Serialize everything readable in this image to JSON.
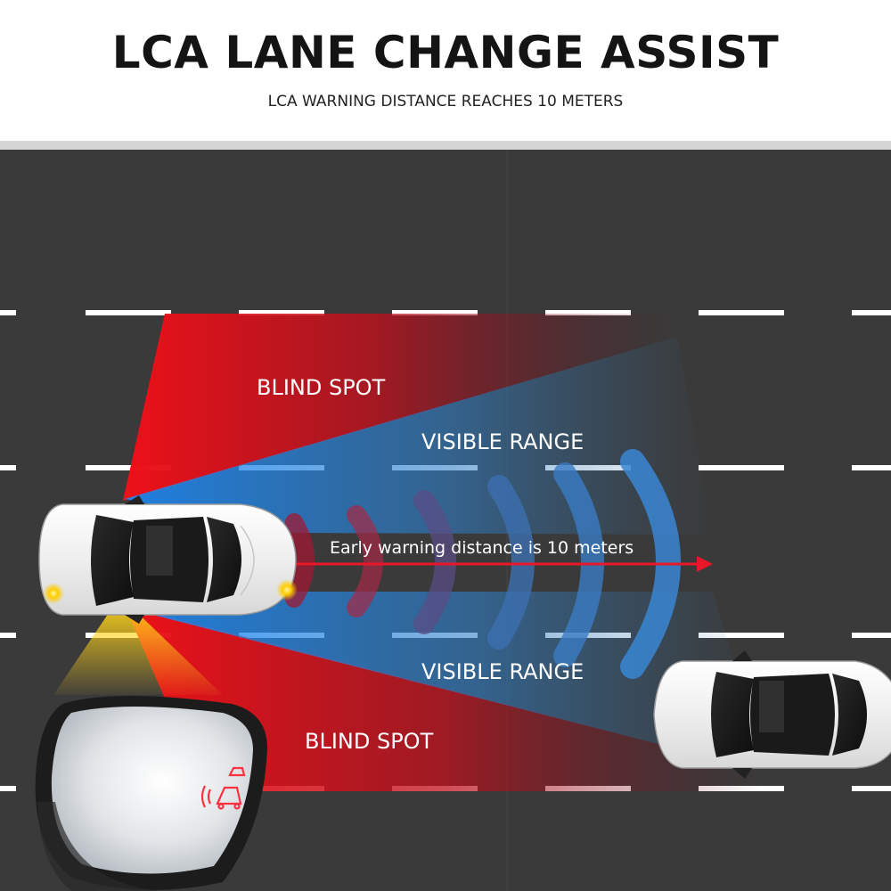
{
  "header": {
    "title": "LCA LANE CHANGE ASSIST",
    "subtitle": "LCA WARNING DISTANCE REACHES 10 METERS"
  },
  "diagram": {
    "blind_spot_upper": "BLIND SPOT",
    "visible_range_upper": "VISIBLE RANGE",
    "warning_distance": "Early warning distance is 10 meters",
    "visible_range_lower": "VISIBLE RANGE",
    "blind_spot_lower": "BLIND SPOT"
  },
  "colors": {
    "road": "#3a3a3a",
    "lane_marking": "#ffffff",
    "blind_spot": "#e0141e",
    "visible_range": "#1f8ef0",
    "warning_arrow": "#e81828",
    "indicator": "#ffcc00",
    "mirror_icon": "#ff3040"
  },
  "icons": [
    "car-top-view-icon",
    "side-mirror-icon",
    "blind-spot-warning-icon",
    "radar-wave-icon"
  ]
}
